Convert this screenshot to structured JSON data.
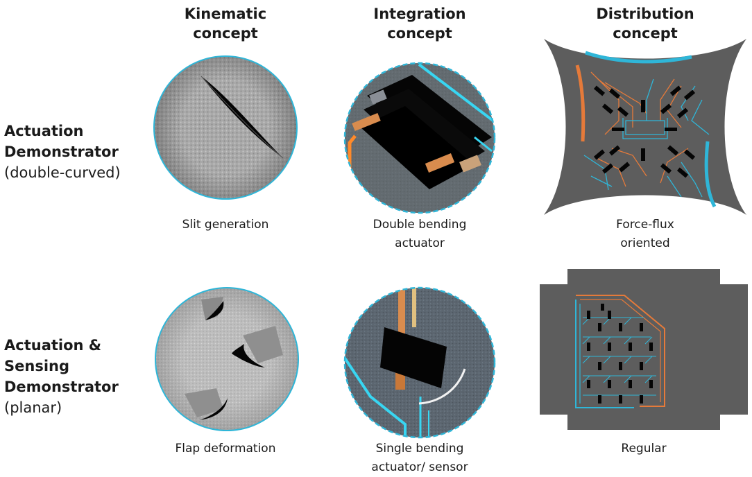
{
  "columns": {
    "kinematic": [
      "Kinematic",
      "concept"
    ],
    "integration": [
      "Integration",
      "concept"
    ],
    "distribution": [
      "Distribution",
      "concept"
    ]
  },
  "rows": {
    "row1": {
      "bold": [
        "Actuation",
        "Demonstrator"
      ],
      "normal": "(double-curved)"
    },
    "row2": {
      "bold": [
        "Actuation &",
        "Sensing",
        "Demonstrator"
      ],
      "normal": "(planar)"
    }
  },
  "captions": {
    "r1_kinematic": [
      "Slit generation"
    ],
    "r1_integration": [
      "Double bending",
      "actuator"
    ],
    "r1_distribution": [
      "Force-flux",
      "oriented"
    ],
    "r2_kinematic": [
      "Flap deformation"
    ],
    "r2_integration": [
      "Single bending",
      "actuator/ sensor"
    ],
    "r2_distribution": [
      "Regular"
    ]
  },
  "colors": {
    "cyan": "#2fb6d8",
    "orange": "#e57a3a",
    "copper": "#d98c4e",
    "panel_gray": "#5d5d5d",
    "textile_gray": "#a8a8a8"
  }
}
